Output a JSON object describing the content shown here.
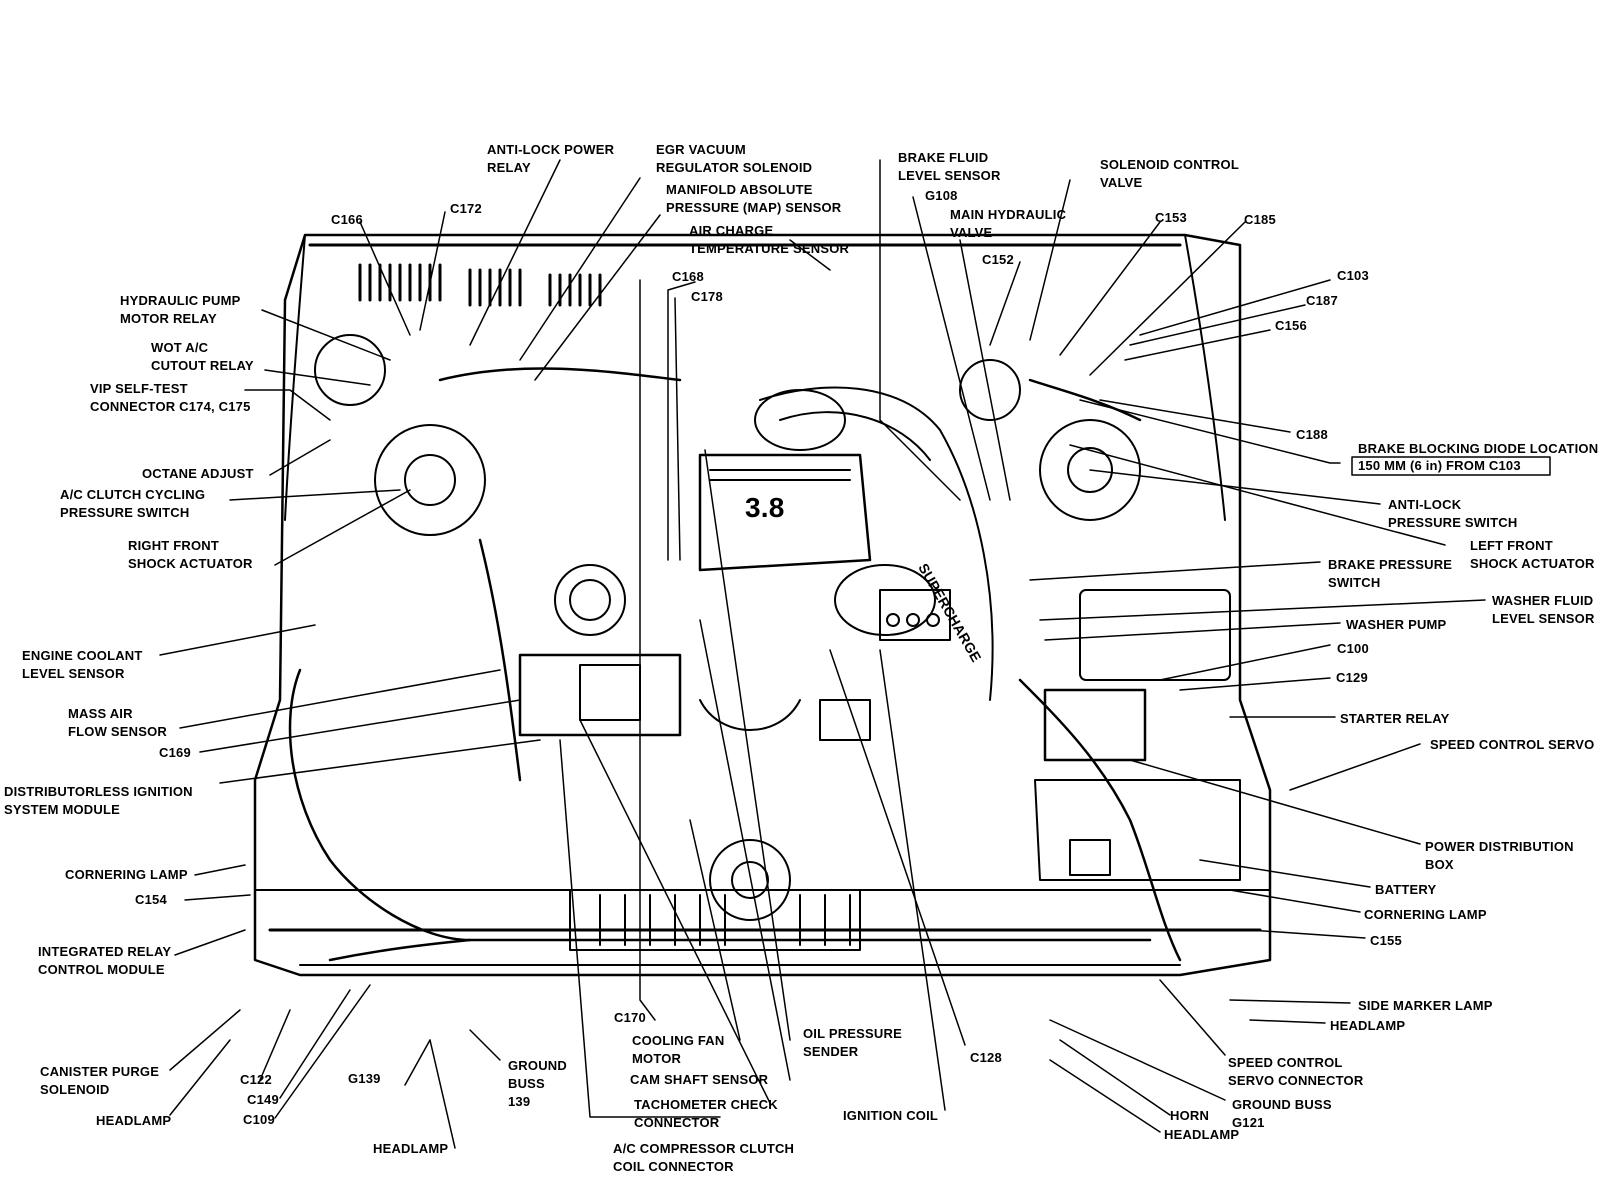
{
  "labels": {
    "anti_lock_power_relay": "ANTI-LOCK POWER\nRELAY",
    "egr_vacuum": "EGR VACUUM\nREGULATOR SOLENOID",
    "map_sensor": "MANIFOLD ABSOLUTE\nPRESSURE (MAP) SENSOR",
    "air_charge_temp": "AIR CHARGE\nTEMPERATURE SENSOR",
    "brake_fluid_level": "BRAKE FLUID\nLEVEL SENSOR",
    "g108": "G108",
    "main_hydraulic_valve": "MAIN HYDRAULIC\nVALVE",
    "solenoid_control_valve": "SOLENOID CONTROL\nVALVE",
    "c166_top": "C166",
    "c172": "C172",
    "c168": "C168",
    "c178": "C178",
    "c152": "C152",
    "c153": "C153",
    "c185": "C185",
    "c103": "C103",
    "c187": "C187",
    "c156": "C156",
    "c188": "C188",
    "hydraulic_pump_relay": "HYDRAULIC PUMP\nMOTOR RELAY",
    "wot_ac_relay": "WOT A/C\nCUTOUT RELAY",
    "vip_self_test": "VIP SELF-TEST\nCONNECTOR C174, C175",
    "octane_adjust": "OCTANE ADJUST",
    "ac_clutch_cycling": "A/C CLUTCH CYCLING\nPRESSURE SWITCH",
    "right_front_shock": "RIGHT FRONT\nSHOCK ACTUATOR",
    "engine_coolant_level": "ENGINE COOLANT\nLEVEL SENSOR",
    "mass_air_flow": "MASS AIR\nFLOW SENSOR",
    "c169": "C169",
    "dis_module": "DISTRIBUTORLESS IGNITION\nSYSTEM MODULE",
    "cornering_lamp_left": "CORNERING LAMP",
    "c154": "C154",
    "integrated_relay": "INTEGRATED RELAY\nCONTROL MODULE",
    "canister_purge": "CANISTER PURGE\nSOLENOID",
    "c122": "C122",
    "c149": "C149",
    "c109": "C109",
    "headlamp_left": "HEADLAMP",
    "g139": "G139",
    "ground_buss_139": "GROUND\nBUSS\n139",
    "headlamp_bottom": "HEADLAMP",
    "c170": "C170",
    "cooling_fan_motor": "COOLING FAN\nMOTOR",
    "cam_shaft_sensor": "CAM SHAFT SENSOR",
    "tach_check": "TACHOMETER CHECK\nCONNECTOR",
    "ac_compressor": "A/C COMPRESSOR CLUTCH\nCOIL CONNECTOR",
    "oil_pressure": "OIL PRESSURE\nSENDER",
    "ignition_coil": "IGNITION COIL",
    "c128": "C128",
    "brake_blocking_diode": "BRAKE BLOCKING DIODE LOCATION",
    "diode_distance": "150 MM (6 in) FROM C103",
    "anti_lock_pressure_switch": "ANTI-LOCK\nPRESSURE SWITCH",
    "left_front_shock": "LEFT FRONT\nSHOCK ACTUATOR",
    "brake_pressure_switch": "BRAKE PRESSURE\nSWITCH",
    "washer_fluid_level": "WASHER FLUID\nLEVEL SENSOR",
    "washer_pump": "WASHER PUMP",
    "c100": "C100",
    "c129": "C129",
    "starter_relay": "STARTER RELAY",
    "speed_control_servo": "SPEED CONTROL SERVO",
    "power_distribution_box": "POWER DISTRIBUTION\nBOX",
    "battery": "BATTERY",
    "cornering_lamp_right": "CORNERING LAMP",
    "c155": "C155",
    "side_marker_lamp": "SIDE MARKER LAMP",
    "headlamp_right": "HEADLAMP",
    "speed_control_servo_conn": "SPEED CONTROL\nSERVO CONNECTOR",
    "horn": "HORN",
    "ground_buss_g121": "GROUND BUSS\nG121",
    "headlamp_right_bottom": "HEADLAMP"
  },
  "engine_badge": "3.8",
  "intake_text": "SUPERCHARGE"
}
